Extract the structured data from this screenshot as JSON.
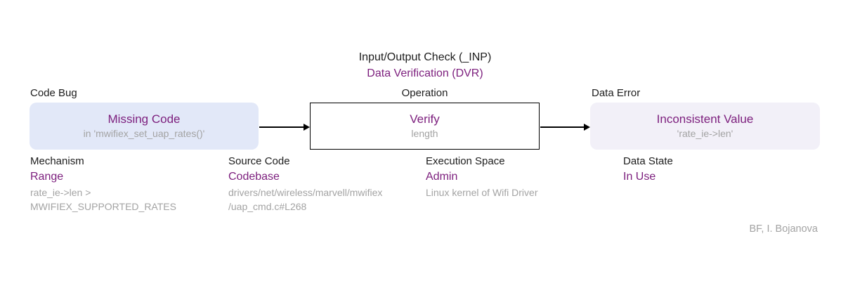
{
  "header": {
    "class_line": "Input/Output Check (_INP)",
    "type_line": "Data Verification (DVR)"
  },
  "flow": {
    "cause": {
      "section_label": "Code Bug",
      "value": "Missing Code",
      "detail": "in 'mwifiex_set_uap_rates()'"
    },
    "operation": {
      "section_label": "Operation",
      "value": "Verify",
      "detail": "length"
    },
    "consequence": {
      "section_label": "Data Error",
      "value": "Inconsistent Value",
      "detail": "'rate_ie->len'"
    }
  },
  "attributes": [
    {
      "label": "Mechanism",
      "value": "Range",
      "detail": "rate_ie->len >\nMWIFIEX_SUPPORTED_RATES"
    },
    {
      "label": "Source Code",
      "value": "Codebase",
      "detail": "drivers/net/wireless/marvell/mwifiex\n/uap_cmd.c#L268"
    },
    {
      "label": "Execution Space",
      "value": "Admin",
      "detail": "Linux kernel of Wifi Driver"
    },
    {
      "label": "Data State",
      "value": "In Use",
      "detail": ""
    }
  ],
  "attribution": "BF, I. Bojanova",
  "colors": {
    "accent_purple": "#7c1e7d",
    "muted_gray": "#a3a3a3",
    "cause_box_bg": "#e2e8f8",
    "error_box_bg": "#f2f0f8",
    "operation_box_border": "#000000"
  }
}
